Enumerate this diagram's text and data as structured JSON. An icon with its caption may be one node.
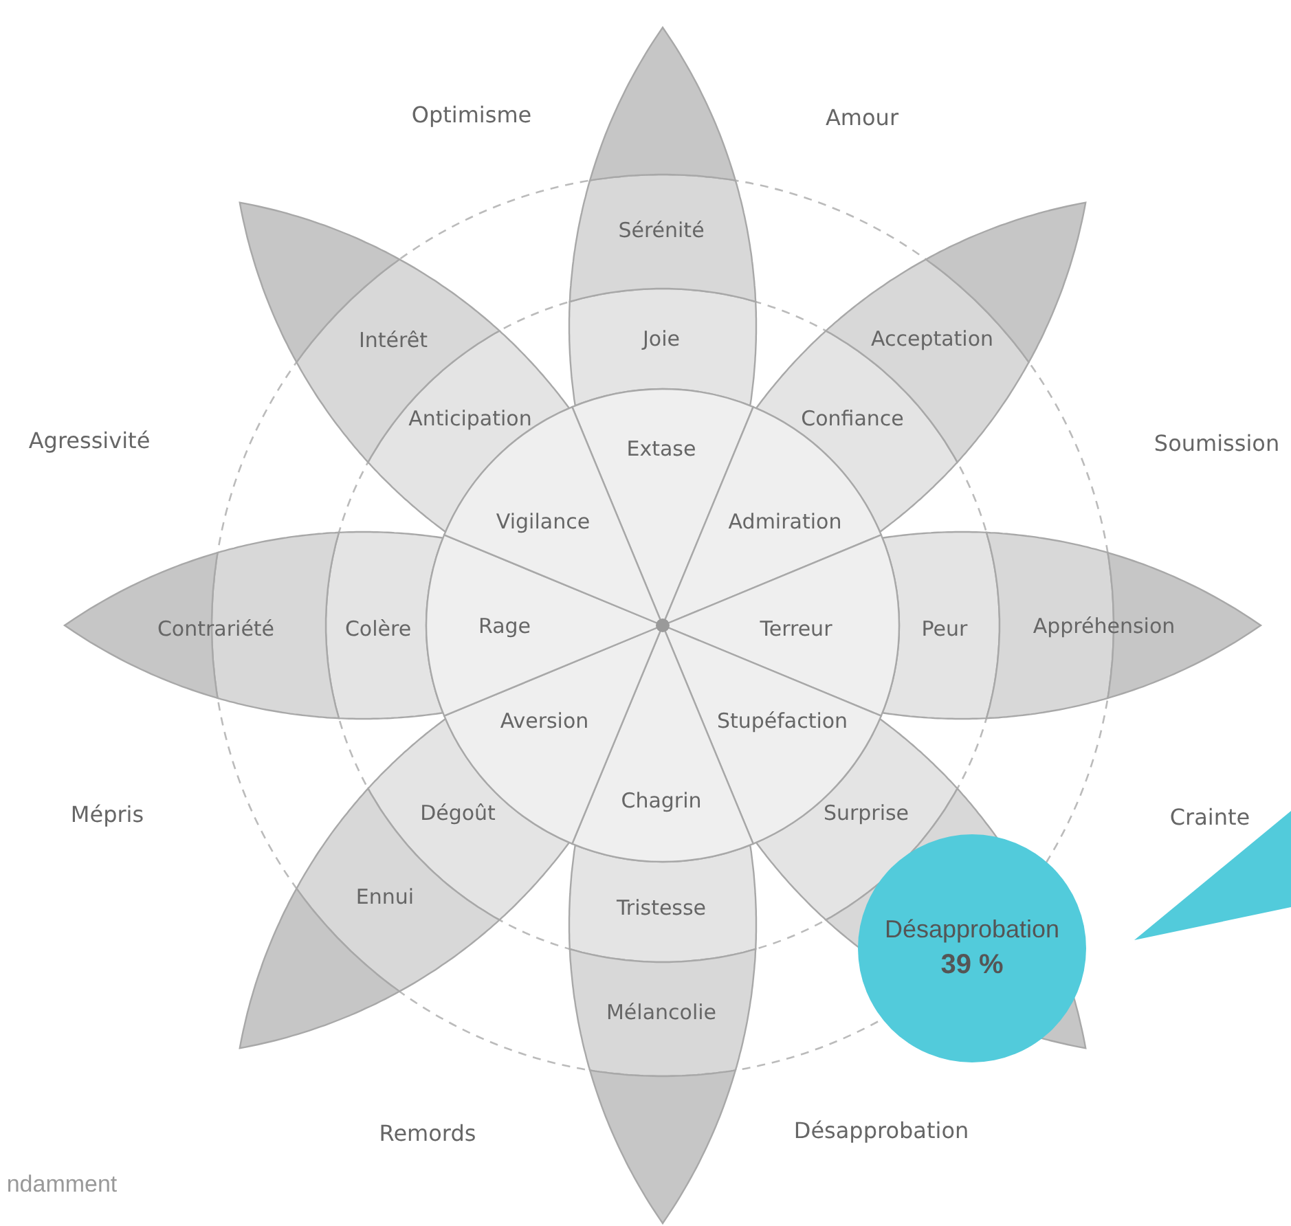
{
  "diagram": {
    "nodes": [
      {
        "text": [
          "Désapprobation",
          "39 %"
        ]
      }
    ],
    "edges": [],
    "labels": [
      "Optimisme",
      "Amour",
      "Sérénité",
      "Intérêt",
      "Joie",
      "Acceptation",
      "Agressivité",
      "Anticipation",
      "Extase",
      "Confiance",
      "Soumission",
      "Vigilance",
      "Admiration",
      "Contrariété",
      "Colère",
      "Rage",
      "Terreur",
      "Peur",
      "Appréhension",
      "Aversion",
      "Stupéfaction",
      "Mépris",
      "Dégoût",
      "Chagrin",
      "Surprise",
      "Crainte",
      "Ennui",
      "Tristesse",
      "Mélancolie",
      "Remords",
      "Désapprobation",
      "ndamment"
    ]
  }
}
